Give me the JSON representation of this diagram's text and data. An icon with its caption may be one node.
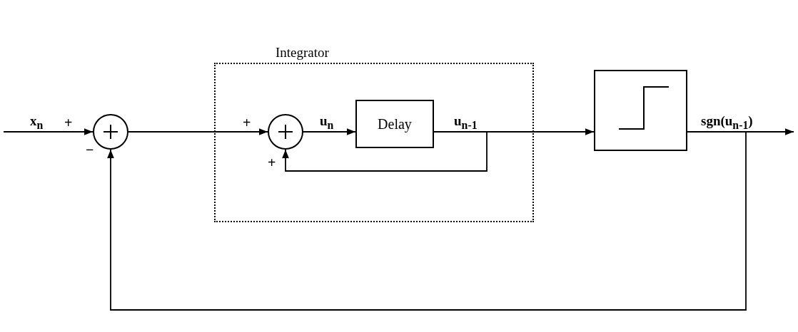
{
  "diagram": {
    "nodes": [
      {
        "text": [
          "Integrator"
        ]
      },
      {
        "text": [],
        "shape": "circle"
      },
      {
        "text": [],
        "shape": "circle",
        "in": 0
      },
      {
        "text": [
          "Delay"
        ],
        "in": 0
      },
      {
        "text": [],
        "shape": "box"
      }
    ],
    "edges": [
      {
        "from": null,
        "to": 1,
        "arrow": "to",
        "label": "x$_{n}$"
      },
      {
        "from": 1,
        "to": 2,
        "arrow": "to"
      },
      {
        "from": 2,
        "to": 3,
        "arrow": "to",
        "label": "u$_{n}$"
      },
      {
        "from": 3,
        "to": 4,
        "arrow": "to",
        "label": "u$_{n-1}$"
      },
      {
        "from": 3,
        "to": 2,
        "arrow": "to"
      },
      {
        "from": 4,
        "to": null,
        "arrow": "to",
        "label": "sgn(u$_{n-1}$)"
      },
      {
        "from": 4,
        "to": 1,
        "arrow": "to"
      }
    ],
    "labels": [
      "+",
      "−",
      "+",
      "+"
    ]
  }
}
